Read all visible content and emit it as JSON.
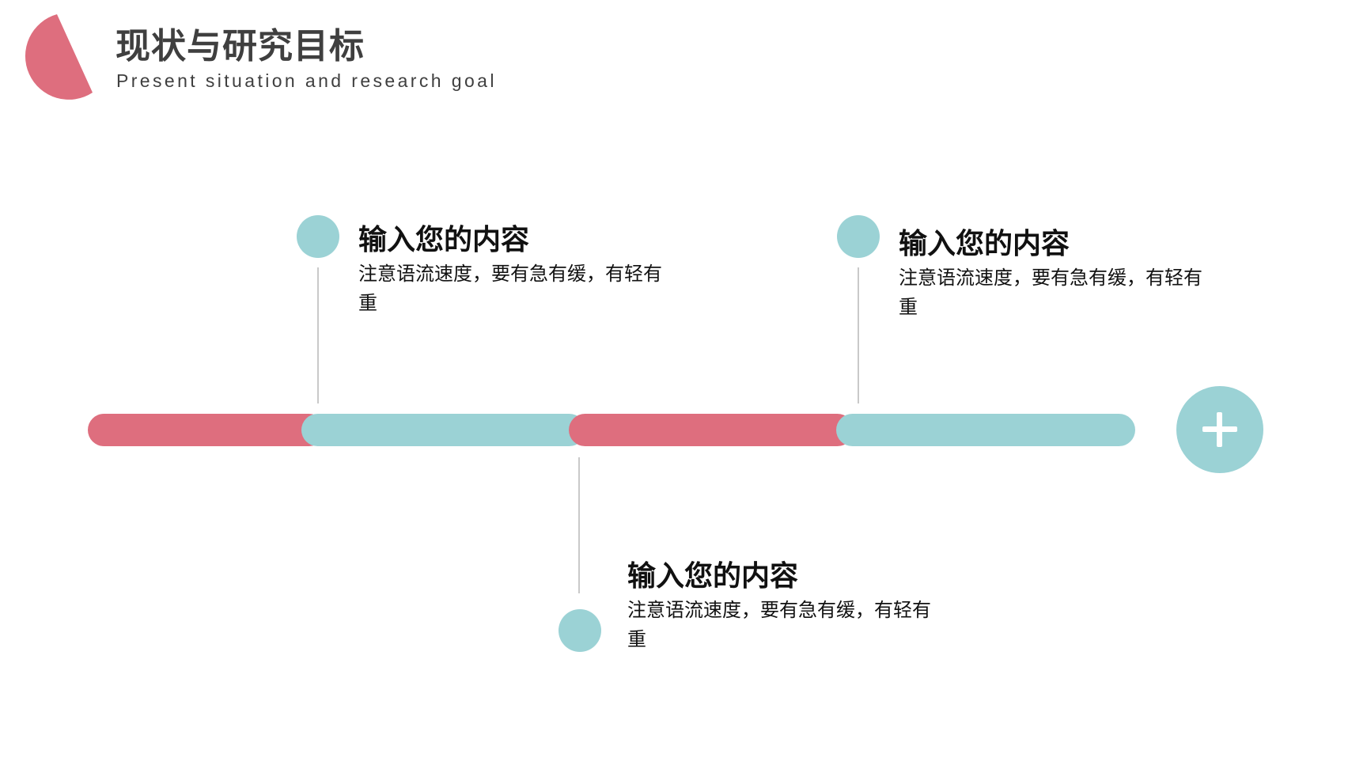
{
  "header": {
    "title": "现状与研究目标",
    "subtitle": "Present situation and research goal"
  },
  "colors": {
    "pink": "#de6e7e",
    "teal": "#9bd2d5",
    "line": "#c9c9c9",
    "text": "#111111",
    "title": "#3f3f3f"
  },
  "timeline": {
    "items": [
      {
        "title": "输入您的内容",
        "body": "注意语流速度，要有急有缓，有轻有重"
      },
      {
        "title": "输入您的内容",
        "body": "注意语流速度，要有急有缓，有轻有重"
      },
      {
        "title": "输入您的内容",
        "body": "注意语流速度，要有急有缓，有轻有重"
      }
    ],
    "add_icon": "plus-icon"
  }
}
